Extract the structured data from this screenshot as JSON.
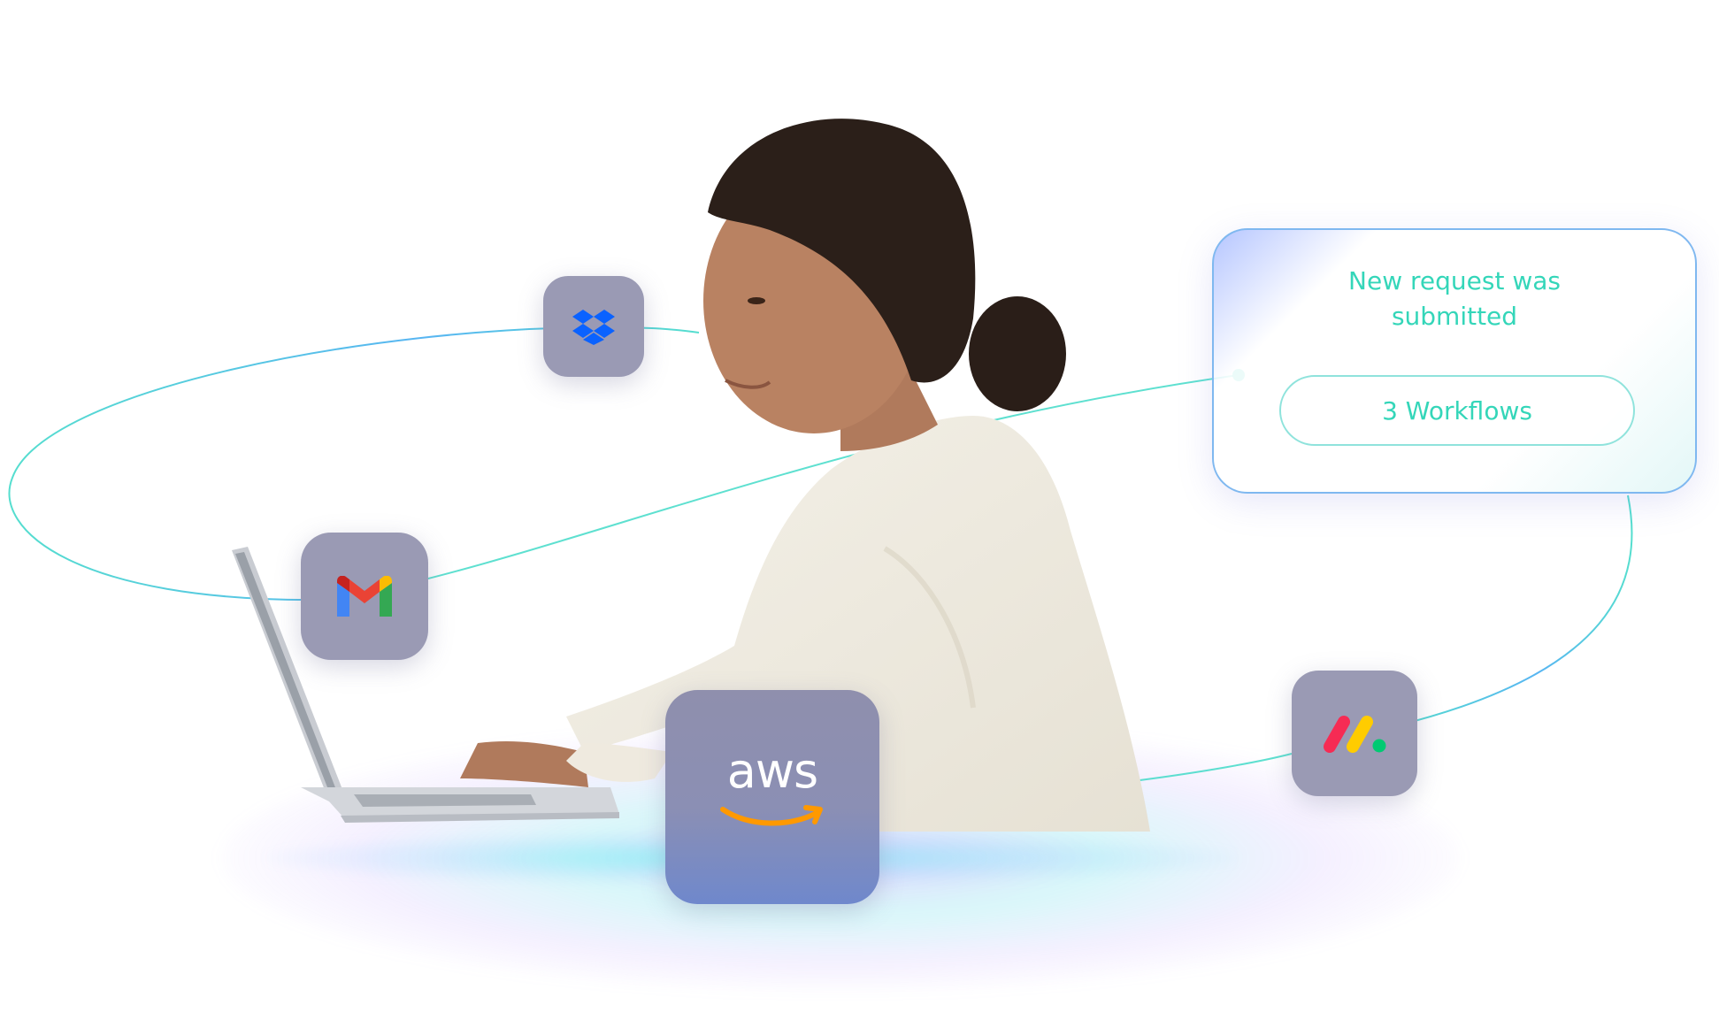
{
  "notification": {
    "title": "New request was submitted",
    "pill_label": "3 Workflows"
  },
  "integrations": [
    {
      "name": "dropbox-icon"
    },
    {
      "name": "gmail-icon"
    },
    {
      "name": "aws-icon",
      "label": "aws"
    },
    {
      "name": "monday-icon"
    }
  ],
  "colors": {
    "accent": "#34d6b9",
    "tile": "#9a9ab4",
    "line": "#3ad3c8"
  }
}
